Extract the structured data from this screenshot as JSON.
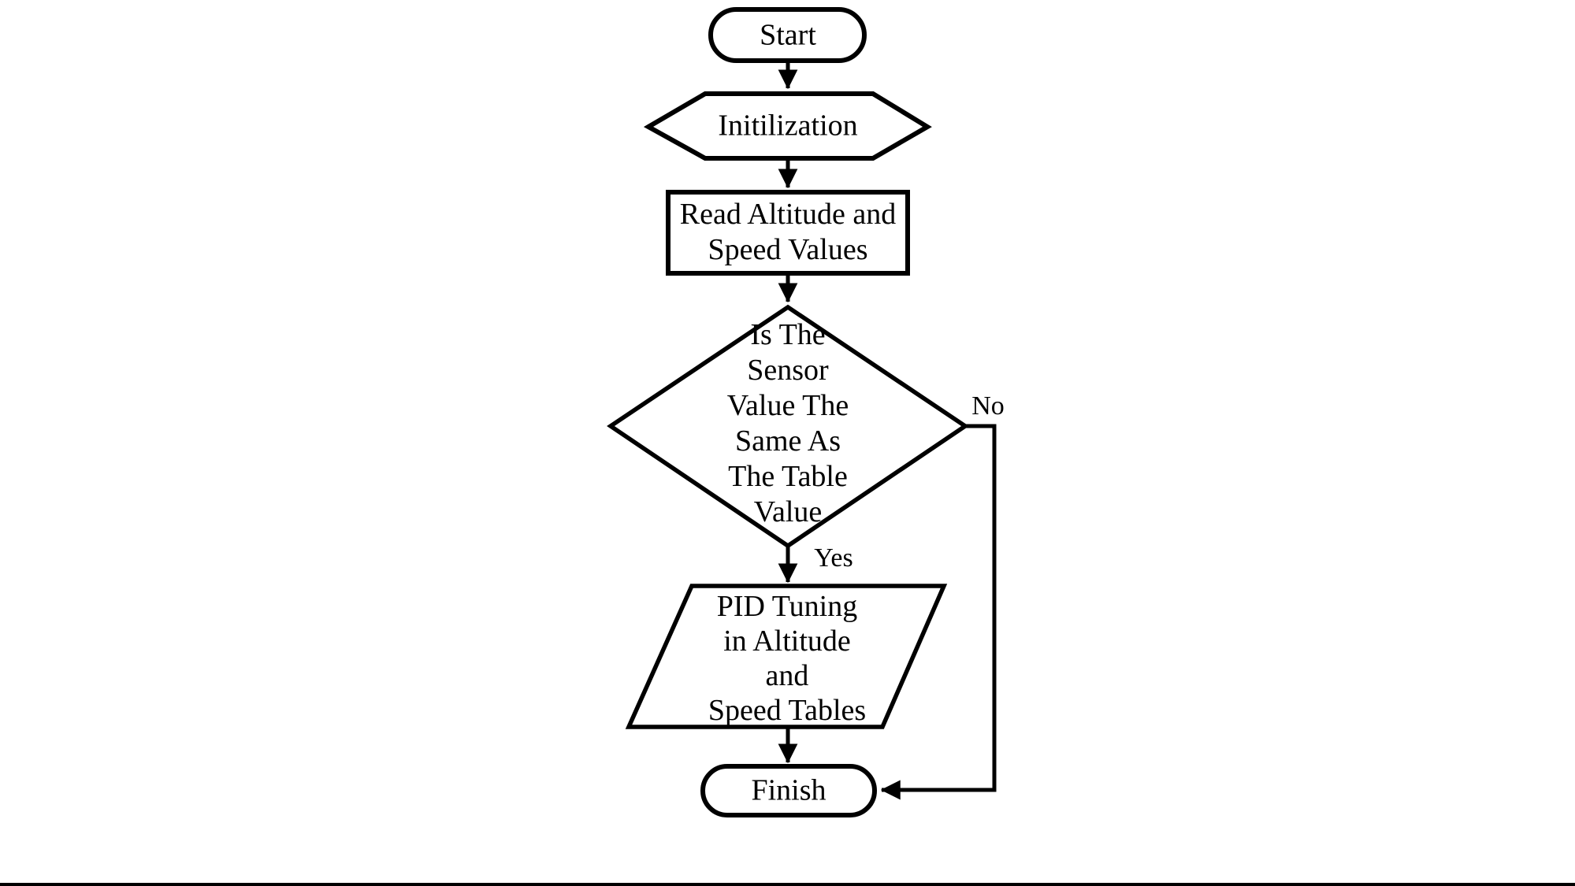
{
  "figure": {
    "type": "flowchart",
    "background_color": "#ffffff",
    "line_color": "#000000",
    "shape_fill_color": "#ffffff",
    "nodes": {
      "start": {
        "shape": "terminator",
        "label": "Start"
      },
      "initialization": {
        "shape": "preparation-hexagon",
        "label": "Initilization"
      },
      "read_values": {
        "shape": "process-rectangle",
        "label": "Read Altitude and\nSpeed Values"
      },
      "decision": {
        "shape": "decision-diamond",
        "label": "Is The\nSensor\nValue The\nSame As\nThe Table\nValue"
      },
      "pid_tuning": {
        "shape": "input-output-parallelogram",
        "label": "PID Tuning\nin Altitude\nand\nSpeed Tables"
      },
      "finish": {
        "shape": "terminator",
        "label": "Finish"
      }
    },
    "edges": {
      "yes_branch_label": "Yes",
      "no_branch_label": "No",
      "flow": [
        "start -> initialization",
        "initialization -> read_values",
        "read_values -> decision",
        "decision -yes-> pid_tuning",
        "pid_tuning -> finish",
        "decision -no-> finish"
      ]
    }
  }
}
